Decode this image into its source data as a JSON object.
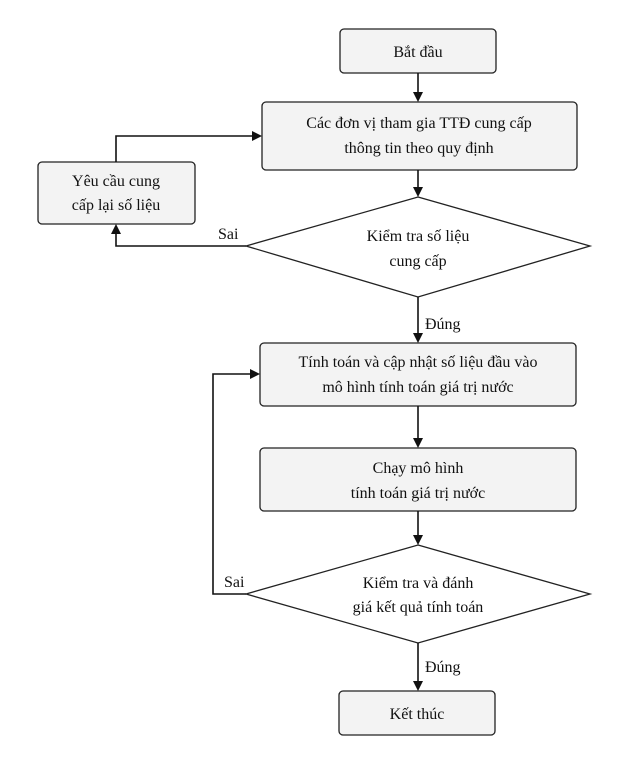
{
  "nodes": {
    "start": {
      "lines": [
        "Bắt đầu"
      ]
    },
    "provide": {
      "lines": [
        "Các đơn vị tham gia TTĐ cung cấp",
        "thông tin theo quy định"
      ]
    },
    "request": {
      "lines": [
        "Yêu cầu cung",
        "cấp lại số liệu"
      ]
    },
    "check_data": {
      "lines": [
        "Kiểm tra số liệu",
        "cung cấp"
      ]
    },
    "compute_update": {
      "lines": [
        "Tính toán và cập nhật số liệu đầu vào",
        "mô hình tính toán giá trị nước"
      ]
    },
    "run_model": {
      "lines": [
        "Chạy mô hình",
        "tính toán giá trị nước"
      ]
    },
    "check_result": {
      "lines": [
        "Kiểm tra và đánh",
        "giá kết quả tính toán"
      ]
    },
    "end": {
      "lines": [
        "Kết thúc"
      ]
    }
  },
  "edges": {
    "check_data_no": "Sai",
    "check_data_yes": "Đúng",
    "check_result_no": "Sai",
    "check_result_yes": "Đúng"
  }
}
